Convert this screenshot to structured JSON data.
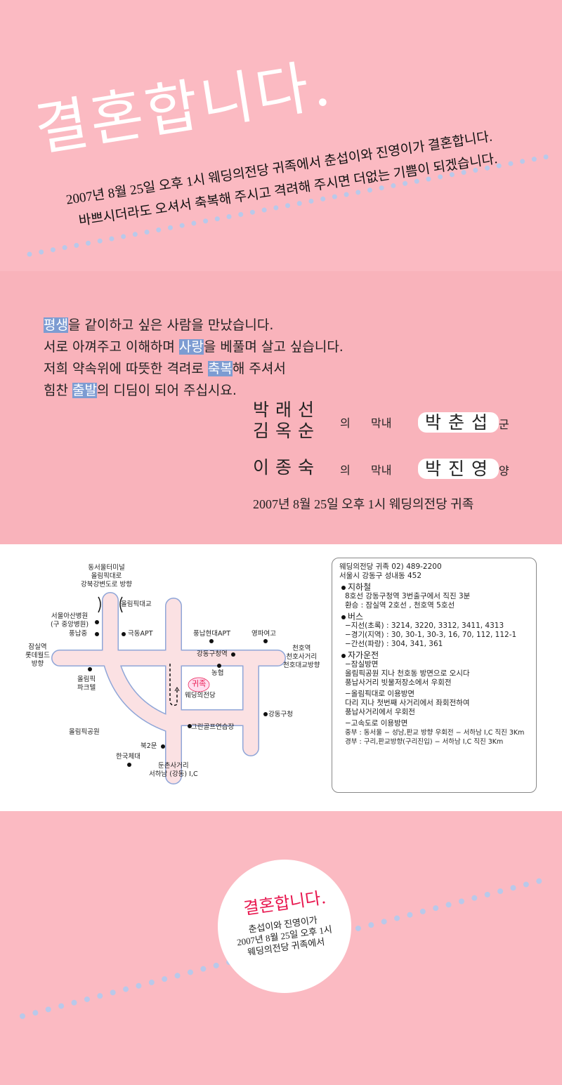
{
  "header": {
    "title": "결혼합니다.",
    "line1": "2007년 8월 25일 오후 1시 웨딩의전당 귀족에서 춘섭이와 진영이가 결혼합니다.",
    "line2": "바쁘시더라도 오셔서 축복해 주시고 격려해 주시면 더없는 기쁨이 되겠습니다."
  },
  "message": {
    "l1": {
      "hl": "평생",
      "rest": "을 같이하고 싶은 사람을 만났습니다."
    },
    "l2": {
      "pre": "서로 아껴주고 이해하며 ",
      "hl": "사랑",
      "rest": "을 베풀며 살고 싶습니다."
    },
    "l3": {
      "pre": "저희 약속위에 따뜻한 격려로 ",
      "hl": "축복",
      "rest": "해 주셔서"
    },
    "l4": {
      "pre": "힘찬 ",
      "hl": "출발",
      "rest": "의 디딤이 되어 주십시요."
    }
  },
  "families": {
    "groom_father": "박래선",
    "groom_mother": "김옥순",
    "of": "의",
    "youngest": "막내",
    "groom": "박춘섭",
    "groom_suffix": "군",
    "bride_mother": "이종숙",
    "bride": "박진영",
    "bride_suffix": "양",
    "date": "2007년 8월 25일 오후 1시 웨딩의전당 귀족"
  },
  "map": {
    "labels": {
      "terminal": "동서울터미널\n올림픽대로\n강북강변도로 방향",
      "bridge": "올림픽대교",
      "hospital": "서울아산병원\n(구 중앙병원)",
      "school": "풍납중",
      "apt1": "극동APT",
      "apt2": "풍납현대APT",
      "girls": "영파여고",
      "jamsil": "잠실역\n롯데월드\n방향",
      "cheonho": "천호역\n천호사거리\n천호대교방향",
      "station": "강동구청역",
      "nh": "농협",
      "venue_logo": "귀족",
      "venue": "웨딩의전당",
      "park_hotel": "올림픽\n파크텔",
      "office": "강동구청",
      "golf": "그린골프연습장",
      "park": "올림픽공원",
      "gate": "북2문",
      "univ": "한국체대",
      "ic": "둔촌사거리\n서하남 (강동) I,C"
    }
  },
  "info": {
    "name": "웨딩의전당 귀족 02) 489-2200",
    "address": "서울시 강동구 성내동 452",
    "subway_h": "지하철",
    "subway": [
      "8호선 강동구청역 3번출구에서 직진 3분",
      "환승 : 잠실역 2호선 , 천호역 5호선"
    ],
    "bus_h": "버스",
    "bus": [
      "−지선(초록) : 3214, 3220, 3312, 3411, 4313",
      "−경기(지역) : 30, 30-1, 30-3, 16, 70, 112, 112-1",
      "−간선(파랑) : 304, 341, 361"
    ],
    "car_h": "자가운전",
    "car": [
      [
        "−잠실방면",
        "올림픽공원 지나 천호동 방면으로 오시다",
        "풍납사거리 빗물저장소에서 우회전"
      ],
      [
        "−올림픽대로 이용방면",
        "다리 지나 첫번째 사거리에서 좌회전하여",
        "풍납사거리에서 우회전"
      ],
      [
        "−고속도로 이용방면",
        "중부 : 동서울 − 성남,판교 방향 우회전 − 서하남 I,C 직진 3Km",
        "경부 : 구리,판교방향(구리진입) − 서하남 I,C 직진 3Km"
      ]
    ]
  },
  "footer": {
    "title": "결혼합니다.",
    "l1": "춘섭이와 진영이가",
    "l2": "2007년 8월 25일 오후 1시",
    "l3": "웨딩의전당 귀족에서"
  },
  "colors": {
    "pink": "#fbbac2",
    "highlight": "#7d9cd2",
    "dots": "#b9c9ea",
    "accent": "#e8174f"
  }
}
